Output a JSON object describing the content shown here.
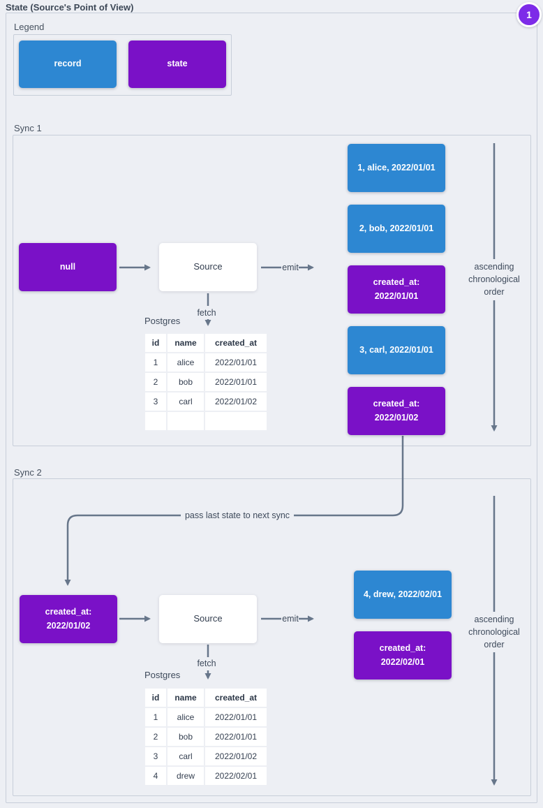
{
  "page": {
    "title": "State (Source's Point of View)",
    "badge": "1",
    "colors": {
      "record": "#2d87d2",
      "state": "#7a11c7",
      "background": "#edeff4",
      "arrow": "#67768a"
    }
  },
  "legend": {
    "label": "Legend",
    "items": [
      {
        "type": "record",
        "label": "record"
      },
      {
        "type": "state",
        "label": "state"
      }
    ]
  },
  "connector": {
    "label": "pass last state to next sync"
  },
  "sync1": {
    "label": "Sync 1",
    "state_in": "null",
    "source_label": "Source",
    "emit_label": "emit",
    "fetch_label": "fetch",
    "db_label": "Postgres",
    "table": {
      "headers": [
        "id",
        "name",
        "created_at"
      ],
      "rows": [
        [
          "1",
          "alice",
          "2022/01/01"
        ],
        [
          "2",
          "bob",
          "2022/01/01"
        ],
        [
          "3",
          "carl",
          "2022/01/02"
        ],
        [
          "",
          "",
          ""
        ]
      ]
    },
    "stream": [
      {
        "type": "record",
        "label": "1, alice, 2022/01/01"
      },
      {
        "type": "record",
        "label": "2, bob, 2022/01/01"
      },
      {
        "type": "state",
        "label": "created_at: 2022/01/01"
      },
      {
        "type": "record",
        "label": "3, carl, 2022/01/01"
      },
      {
        "type": "state",
        "label": "created_at: 2022/01/02"
      }
    ],
    "order_label": "ascending chronological order"
  },
  "sync2": {
    "label": "Sync 2",
    "state_in": "created_at: 2022/01/02",
    "source_label": "Source",
    "emit_label": "emit",
    "fetch_label": "fetch",
    "db_label": "Postgres",
    "table": {
      "headers": [
        "id",
        "name",
        "created_at"
      ],
      "rows": [
        [
          "1",
          "alice",
          "2022/01/01"
        ],
        [
          "2",
          "bob",
          "2022/01/01"
        ],
        [
          "3",
          "carl",
          "2022/01/02"
        ],
        [
          "4",
          "drew",
          "2022/02/01"
        ]
      ]
    },
    "stream": [
      {
        "type": "record",
        "label": "4, drew, 2022/02/01"
      },
      {
        "type": "state",
        "label": "created_at: 2022/02/01"
      }
    ],
    "order_label": "ascending chronological order"
  }
}
